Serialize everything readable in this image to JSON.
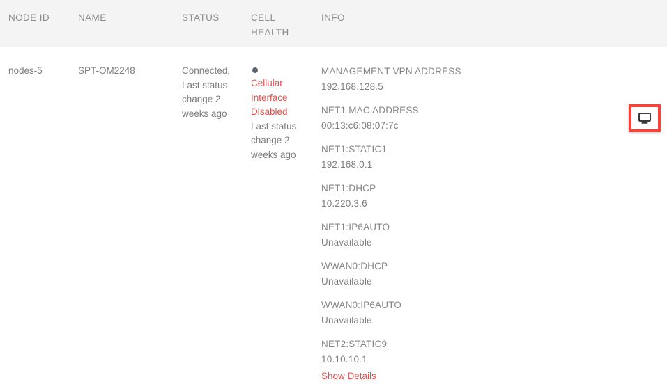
{
  "table": {
    "columns": [
      {
        "key": "node_id",
        "label": "NODE ID"
      },
      {
        "key": "name",
        "label": "NAME"
      },
      {
        "key": "status",
        "label": "STATUS"
      },
      {
        "key": "cell_health",
        "label": "CELL HEALTH"
      },
      {
        "key": "info",
        "label": "INFO"
      }
    ],
    "rows": [
      {
        "node_id": "nodes-5",
        "name": "SPT-OM2248",
        "status": {
          "state": "Connected,",
          "meta": "Last status change 2 weeks ago"
        },
        "cell_health": {
          "indicator": "status-dot-icon",
          "indicator_color": "#5a6472",
          "alert": "Cellular Interface Disabled",
          "meta": "Last status change 2 weeks ago"
        },
        "info": [
          {
            "label": "MANAGEMENT VPN ADDRESS",
            "value": "192.168.128.5"
          },
          {
            "label": "NET1 MAC ADDRESS",
            "value": "00:13:c6:08:07:7c"
          },
          {
            "label": "NET1:STATIC1",
            "value": "192.168.0.1"
          },
          {
            "label": "NET1:DHCP",
            "value": "10.220.3.6"
          },
          {
            "label": "NET1:IP6AUTO",
            "value": "Unavailable"
          },
          {
            "label": "WWAN0:DHCP",
            "value": "Unavailable"
          },
          {
            "label": "WWAN0:IP6AUTO",
            "value": "Unavailable"
          },
          {
            "label": "NET2:STATIC9",
            "value": "10.10.10.1"
          }
        ],
        "show_details_label": "Show Details",
        "action": {
          "icon": "monitor-icon",
          "highlighted": true,
          "highlight_color": "#f9423a"
        }
      }
    ]
  },
  "colors": {
    "header_background": "#f4f4f4",
    "header_text": "#8c8c8c",
    "body_text": "#7d7d7d",
    "link_red": "#d9534f",
    "highlight_red": "#f9423a",
    "dot_gray": "#5a6472"
  }
}
